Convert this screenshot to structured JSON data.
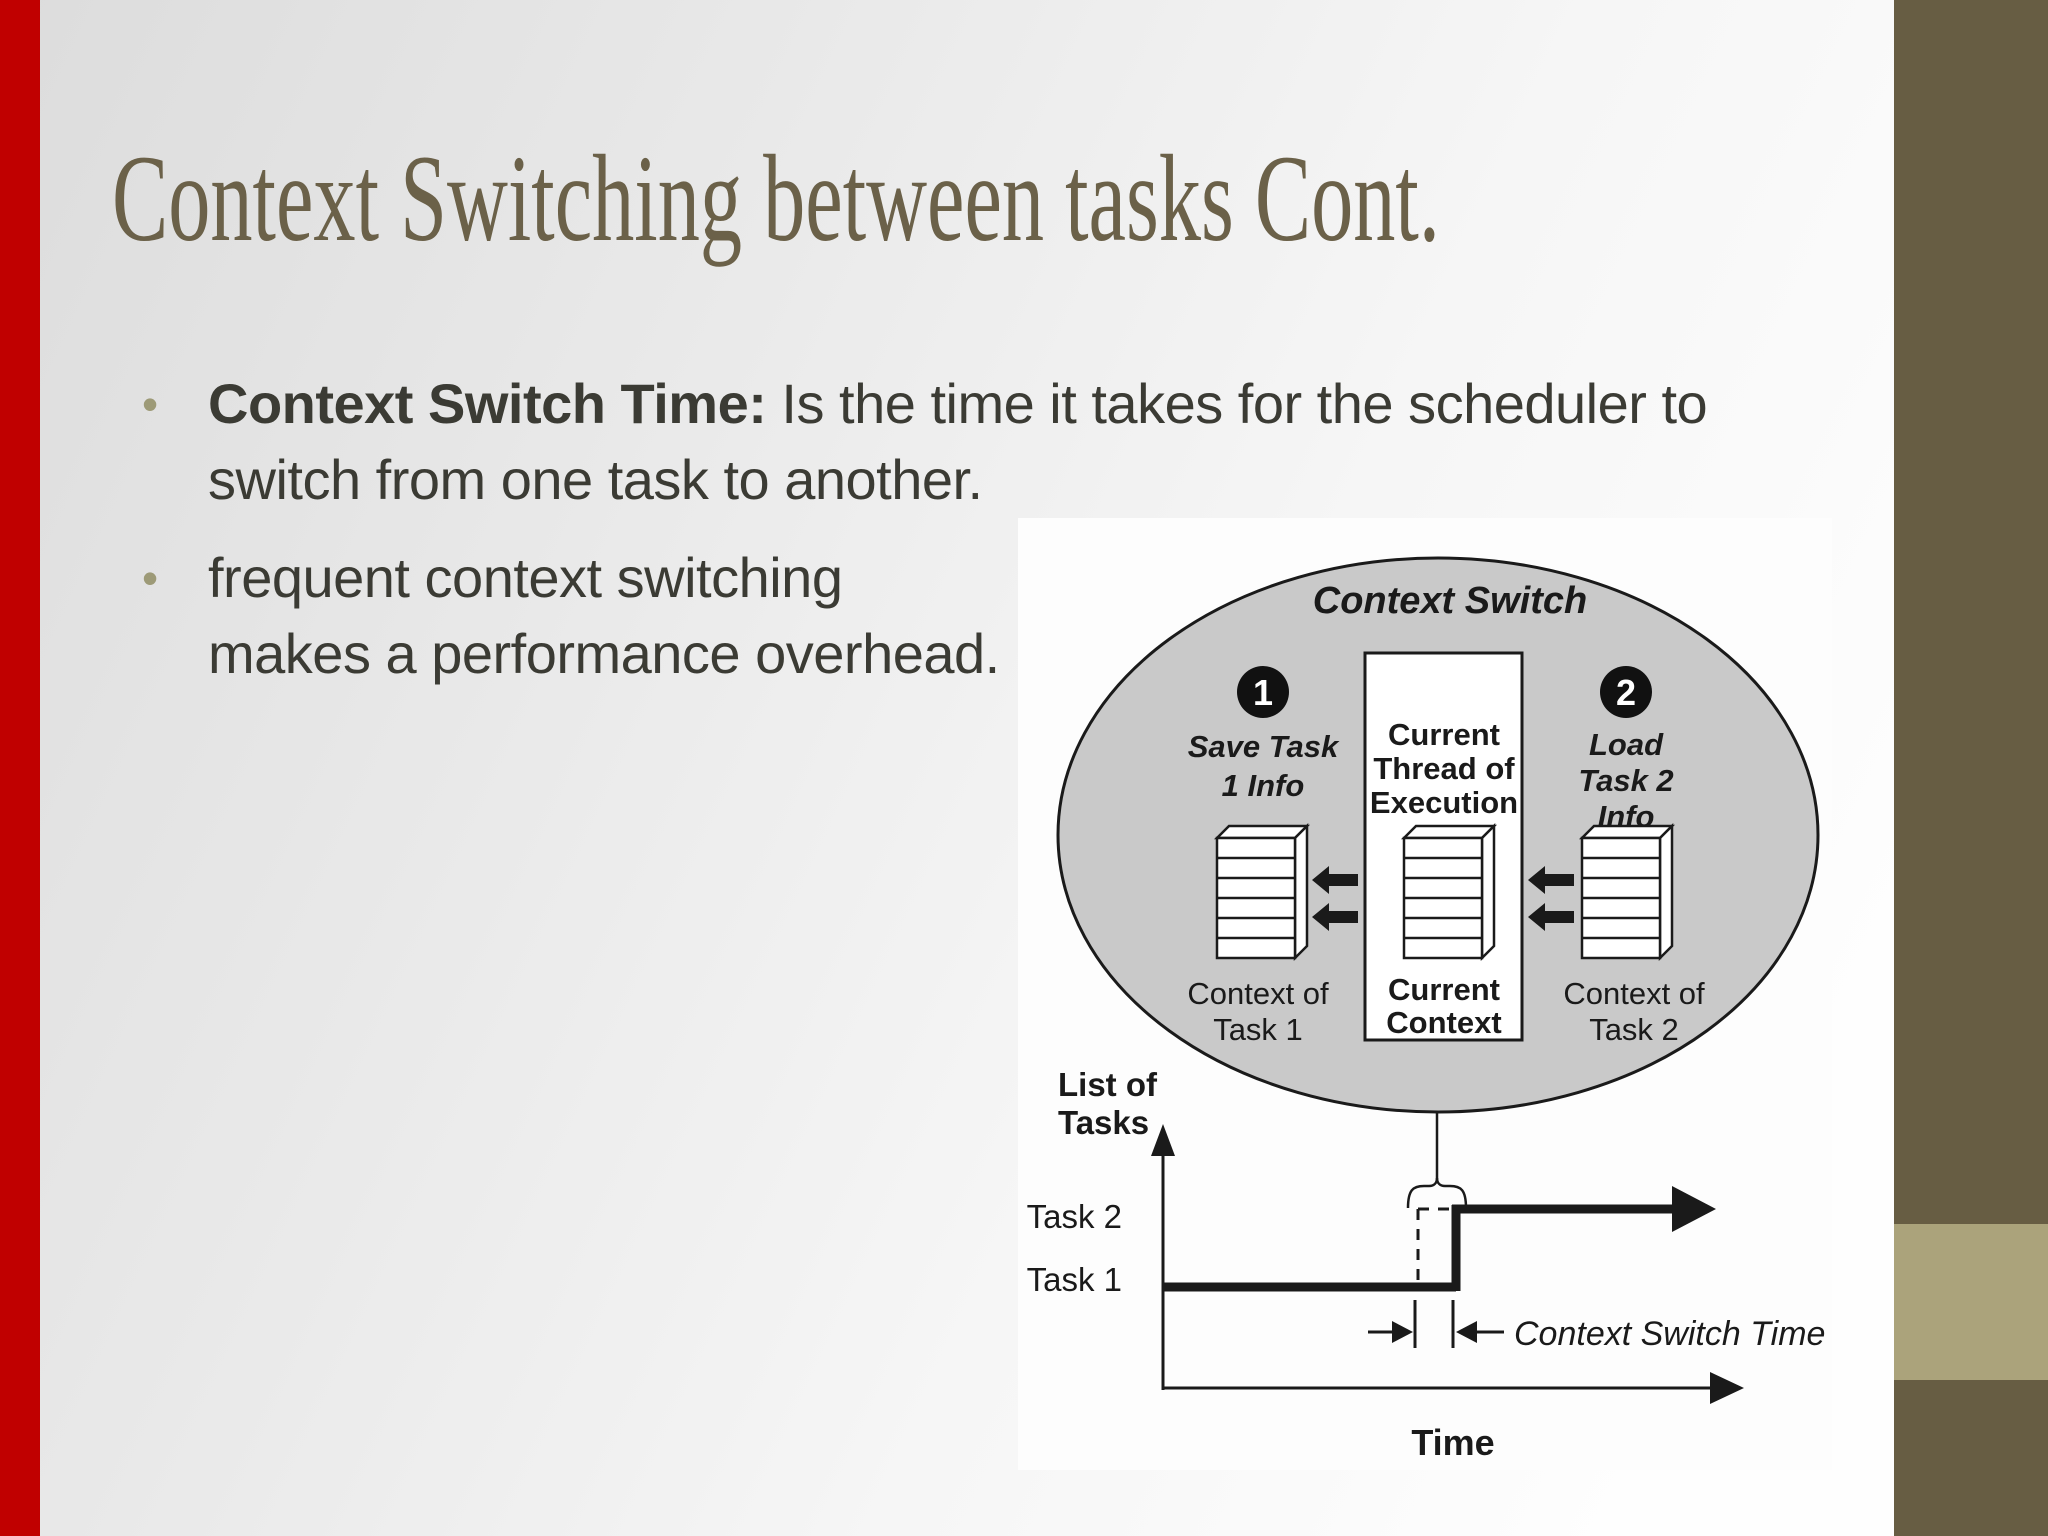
{
  "slide": {
    "title": "Context Switching between tasks Cont.",
    "bullets": [
      {
        "lead": "Context Switch Time:",
        "line1_rest": " Is the time it takes for the scheduler to",
        "line2": "switch from one task to another."
      },
      {
        "lead": "",
        "line1_rest": "frequent context switching",
        "line2": "makes a performance overhead."
      }
    ]
  },
  "diagram": {
    "ellipse_title": "Context Switch",
    "badge1": "1",
    "badge2": "2",
    "step1": {
      "line1": "Save Task",
      "line2": "1 Info"
    },
    "step2": {
      "line1": "Load",
      "line2": "Task 2",
      "line3": "Info"
    },
    "center_box": {
      "line1": "Current",
      "line2": "Thread of",
      "line3": "Execution"
    },
    "left_stack_label": {
      "line1": "Context of",
      "line2": "Task 1"
    },
    "center_stack_label": {
      "line1": "Current",
      "line2": "Context"
    },
    "right_stack_label": {
      "line1": "Context of",
      "line2": "Task 2"
    },
    "timeline": {
      "axis_label_line1": "List of",
      "axis_label_line2": "Tasks",
      "task2": "Task 2",
      "task1": "Task 1",
      "cst_label": "Context Switch Time",
      "time_label": "Time"
    }
  },
  "colors": {
    "red_bar": "#c00000",
    "right_bar_olive": "#675d43",
    "right_bar_tan": "#aba37b",
    "title_text": "#6b6149",
    "body_text": "#3b3b34",
    "bullet_dot": "#9d9a77",
    "ellipse_fill": "#c9c9c9",
    "diagram_ink": "#1a1a1a"
  }
}
